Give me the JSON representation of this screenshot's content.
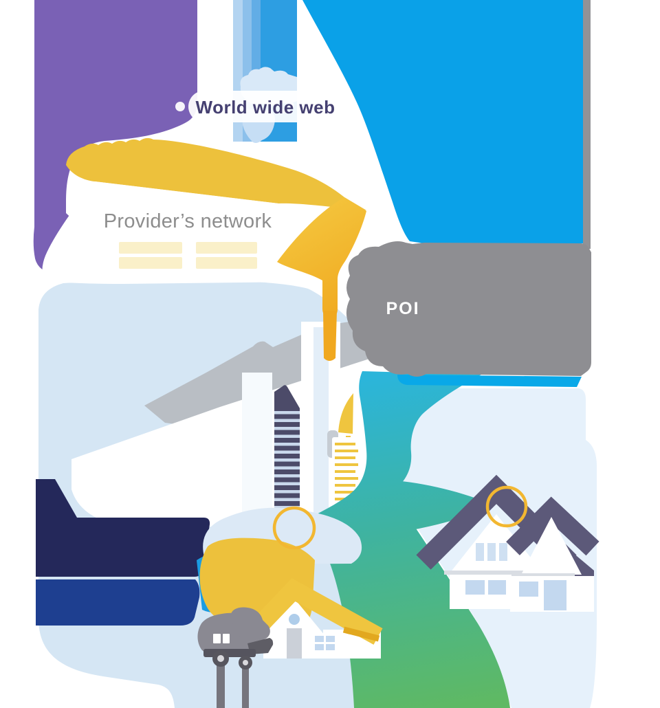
{
  "illustration": {
    "title": "Fibre broadband network diagram",
    "labels": {
      "www": "World wide web",
      "provider": "Provider’s network",
      "poi": "POI"
    },
    "icons": {
      "globe": "globe-icon",
      "server_rack": "server-rack-bars",
      "truck": "utility-truck-icon",
      "ring": "connection-ring"
    },
    "colors": {
      "purple": "#7A61B5",
      "skyBlue": "#0AA1E8",
      "grayStrip": "#929296",
      "globeBlue": "#2D9EE2",
      "streak1": "#B3D4F1",
      "streak2": "#8CC0EB",
      "streak3": "#62ADE6",
      "land": "#D9E9F8",
      "landLight": "#C6DEF5",
      "white": "#FFFFFF",
      "textPurple": "#454071",
      "textGray": "#8D8D8D",
      "poiText": "#FFFFFF",
      "gold": "#EDC13C",
      "paleYellow": "#FAF0C9",
      "funnelTop": "#F4C63E",
      "funnelBottom": "#F0A81F",
      "poiGray": "#8E8E92",
      "paleLeft": "#D5E6F4",
      "paleRight": "#E6F1FB",
      "houseCloud": "#DCE9F6",
      "hillGray": "#B9BEC4",
      "towerWhite": "#F6FAFD",
      "towerInner": "#E3EEF8",
      "towerNavy": "#4C4B69",
      "towerStripe": "#C9D8EC",
      "miniGray": "#C6CCD3",
      "roadCyan": "#2BB5DA",
      "roadTeal": "#3FB3A0",
      "roadGreen": "#5FB963",
      "stripBlue": "#09A8E8",
      "roofSlate": "#5C5979",
      "windowBlue": "#CFE0F2",
      "eaveGray": "#D9DDE3",
      "bandNavy": "#24285A",
      "bandRoyal": "#1E3F90",
      "wedgeBlue": "#1B9CE2",
      "roofGold": "#EFC53F",
      "roofGoldDark": "#E2A81F",
      "doorGray": "#CBD0D8",
      "paneBlue": "#C3D8EF",
      "circleWindow": "#AFCDEA",
      "truckGray": "#8A8992",
      "truckDark": "#55545E",
      "truckArm": "#5E5D65",
      "wheelRing": "#57565E",
      "wheelHub": "#D9D9DD",
      "pole": "#76757D",
      "ringGold": "#F2B731"
    }
  }
}
